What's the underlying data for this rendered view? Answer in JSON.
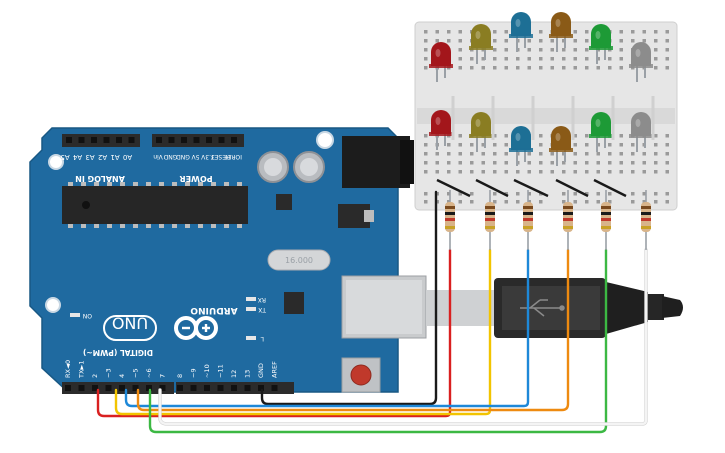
{
  "board": {
    "analog_header": "ANALOG IN",
    "analog_pins": [
      "A5",
      "A4",
      "A3",
      "A2",
      "A1",
      "A0"
    ],
    "power_header": "POWER",
    "power_pins": [
      "Vin",
      "GND",
      "GND",
      "5V",
      "3.3V",
      "RESET",
      "IOREF"
    ],
    "digital_header": "DIGITAL (PWM~)",
    "digital_pins": [
      "RX◄0",
      "TX►1",
      "2",
      "~3",
      "4",
      "~5",
      "~6",
      "7",
      "8",
      "~9",
      "~10",
      "~11",
      "12",
      "13",
      "GND",
      "AREF"
    ],
    "led_labels": {
      "on": "ON",
      "rx": "RX",
      "tx": "TX",
      "l": "L"
    },
    "brand": "ARDUINO",
    "model": "UNO",
    "crystal": "16.000"
  },
  "leds": [
    {
      "color": "red",
      "hex": "#a3161b"
    },
    {
      "color": "yellow",
      "hex": "#8a7d22"
    },
    {
      "color": "blue",
      "hex": "#1d6f95"
    },
    {
      "color": "orange",
      "hex": "#8a5a17"
    },
    {
      "color": "green",
      "hex": "#1d9a36"
    },
    {
      "color": "white",
      "hex": "#8c8c8c"
    }
  ],
  "wire_colors": {
    "gnd": "#1a1a1a",
    "red": "#d92020",
    "yellow": "#f2c400",
    "blue": "#1e88d8",
    "orange": "#ee8a10",
    "green": "#3cb843",
    "white": "#f4f4f4"
  },
  "colors": {
    "board": "#1f6aa0",
    "breadboard": "#e7e7e7",
    "usb_cable": "#2a2a2a"
  }
}
